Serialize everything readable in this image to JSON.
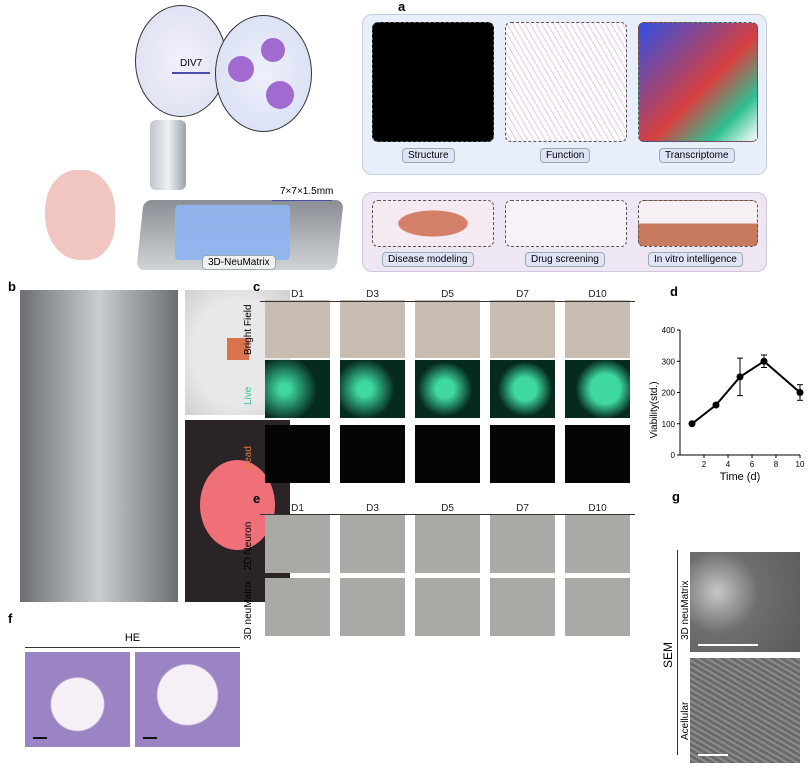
{
  "panel_a": {
    "label": "a",
    "div_label": "DIV7",
    "size_label": "7×7×1.5mm",
    "device_label": "3D-NeuMatrix",
    "top_tiles": [
      "Structure",
      "Function",
      "Transcriptome"
    ],
    "bottom_tiles": [
      "Disease modeling",
      "Drug screening",
      "In vitro intelligence"
    ],
    "colors": {
      "top_box": "#e8eefa",
      "bottom_box": "#efe6f4",
      "scaffold": "#8fb4f0",
      "arrow": "#4a4fa8"
    }
  },
  "panel_b": {
    "label": "b"
  },
  "panel_c": {
    "label": "c",
    "days": [
      "D1",
      "D3",
      "D5",
      "D7",
      "D10"
    ],
    "rows": [
      {
        "name": "Bright Field",
        "color": "#333333"
      },
      {
        "name": "Live",
        "color": "#2ec59a"
      },
      {
        "name": "Dead",
        "color": "#e07b39"
      }
    ]
  },
  "panel_d": {
    "label": "d"
  },
  "panel_e": {
    "label": "e",
    "days": [
      "D1",
      "D3",
      "D5",
      "D7",
      "D10"
    ],
    "rows": [
      "2D Neuron",
      "3D neuMatrix"
    ]
  },
  "panel_f": {
    "label": "f",
    "title": "HE"
  },
  "panel_g": {
    "label": "g",
    "group": "SEM",
    "rows": [
      "3D neuMatrix",
      "Acellular"
    ]
  },
  "chart_data": {
    "type": "line",
    "title": "",
    "xlabel": "Time (d)",
    "ylabel": "Viability(std.)",
    "x": [
      1,
      3,
      5,
      7,
      10
    ],
    "values": [
      100,
      160,
      250,
      300,
      200
    ],
    "error": [
      0,
      0,
      60,
      20,
      25
    ],
    "xlim": [
      0,
      10
    ],
    "ylim": [
      0,
      400
    ],
    "xticks": [
      "2",
      "4",
      "6",
      "8",
      "10"
    ],
    "yticks": [
      "0",
      "100",
      "200",
      "300",
      "400"
    ],
    "grid": false
  }
}
